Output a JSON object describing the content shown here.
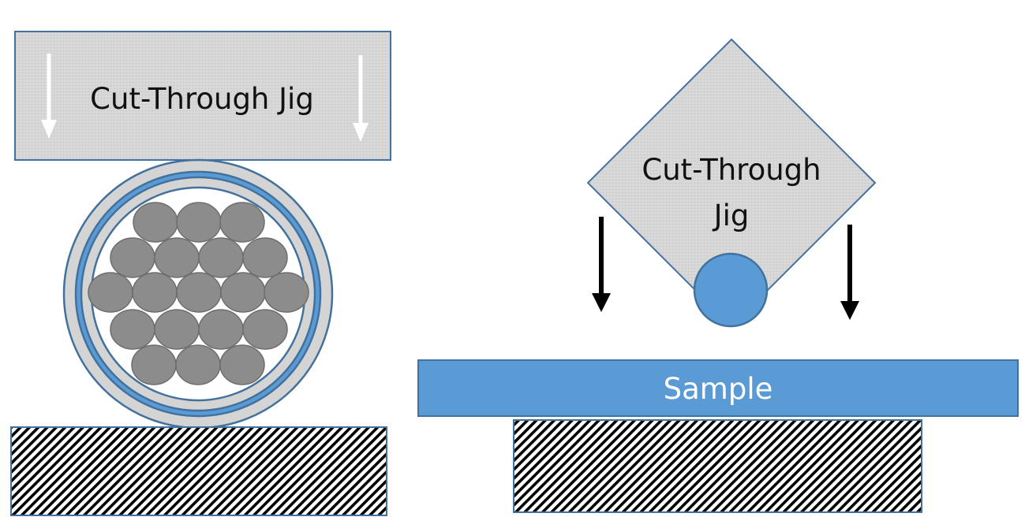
{
  "left_panel": {
    "jig_label": "Cut-Through Jig"
  },
  "right_panel": {
    "jig_label_line1": "Cut-Through",
    "jig_label_line2": "Jig",
    "sample_label": "Sample"
  },
  "colors": {
    "jig_fill": "#d4d4d4",
    "outline_blue": "#41719c",
    "accent_blue": "#5b9bd5",
    "strand_gray": "#8c8c8c",
    "arrow_white": "#ffffff",
    "arrow_black": "#000000",
    "hatch": "#000000"
  }
}
